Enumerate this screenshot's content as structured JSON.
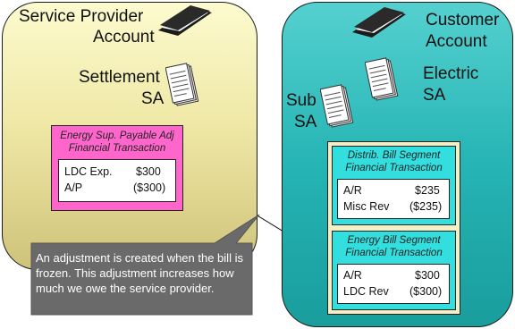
{
  "service_provider": {
    "title_line1": "Service Provider",
    "title_line2": "Account",
    "settlement_sa_line1": "Settlement",
    "settlement_sa_line2": "SA",
    "financial_transaction": {
      "header_line1": "Energy Sup. Payable Adj",
      "header_line2": "Financial Transaction",
      "rows": [
        {
          "label": "LDC Exp.",
          "amount": "$300"
        },
        {
          "label": "A/P",
          "amount": "($300)"
        }
      ]
    }
  },
  "customer": {
    "title_line1": "Customer",
    "title_line2": "Account",
    "electric_sa_line1": "Electric",
    "electric_sa_line2": "SA",
    "sub_sa_line1": "Sub",
    "sub_sa_line2": "SA",
    "distrib_transaction": {
      "header_line1": "Distrib. Bill Segment",
      "header_line2": "Financial Transaction",
      "rows": [
        {
          "label": "A/R",
          "amount": "$235"
        },
        {
          "label": "Misc Rev",
          "amount": "($235)"
        }
      ]
    },
    "energy_transaction": {
      "header_line1": "Energy Bill Segment",
      "header_line2": "Financial Transaction",
      "rows": [
        {
          "label": "A/R",
          "amount": "$300"
        },
        {
          "label": "LDC Rev",
          "amount": "($300)"
        }
      ]
    }
  },
  "callout": {
    "text": "An adjustment is created when the bill is frozen.  This adjustment increases how much we owe the service provider."
  },
  "colors": {
    "sp_panel": "#efe8a6",
    "customer_panel": "#26b4b4",
    "ft_pink": "#ff66cc",
    "ft_cyan": "#33dede",
    "callout_gray": "#6a6a6a"
  },
  "icons": [
    "folder-icon",
    "document-stack-icon"
  ]
}
